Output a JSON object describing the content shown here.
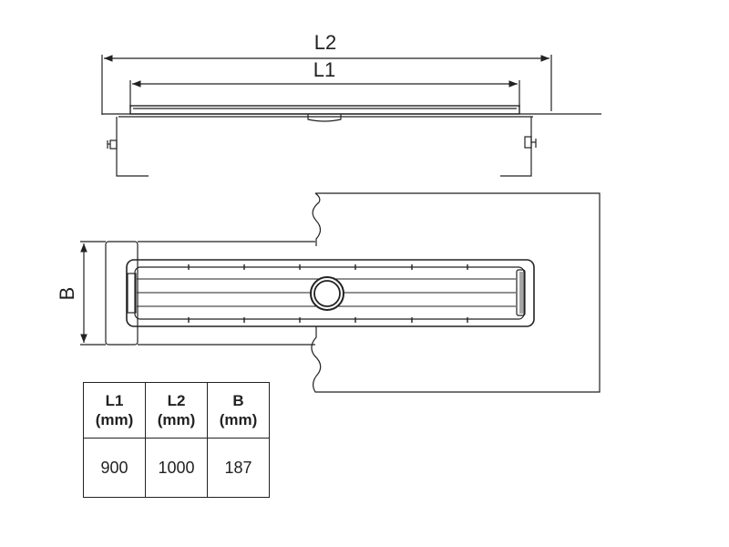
{
  "dimension_labels": {
    "l2": "L2",
    "l1": "L1",
    "b": "B"
  },
  "spec_table": {
    "columns": [
      {
        "name": "L1",
        "unit": "(mm)"
      },
      {
        "name": "L2",
        "unit": "(mm)"
      },
      {
        "name": "B",
        "unit": "(mm)"
      }
    ],
    "rows": [
      [
        "900",
        "1000",
        "187"
      ]
    ]
  },
  "colors": {
    "line": "#222222",
    "background": "#ffffff"
  }
}
